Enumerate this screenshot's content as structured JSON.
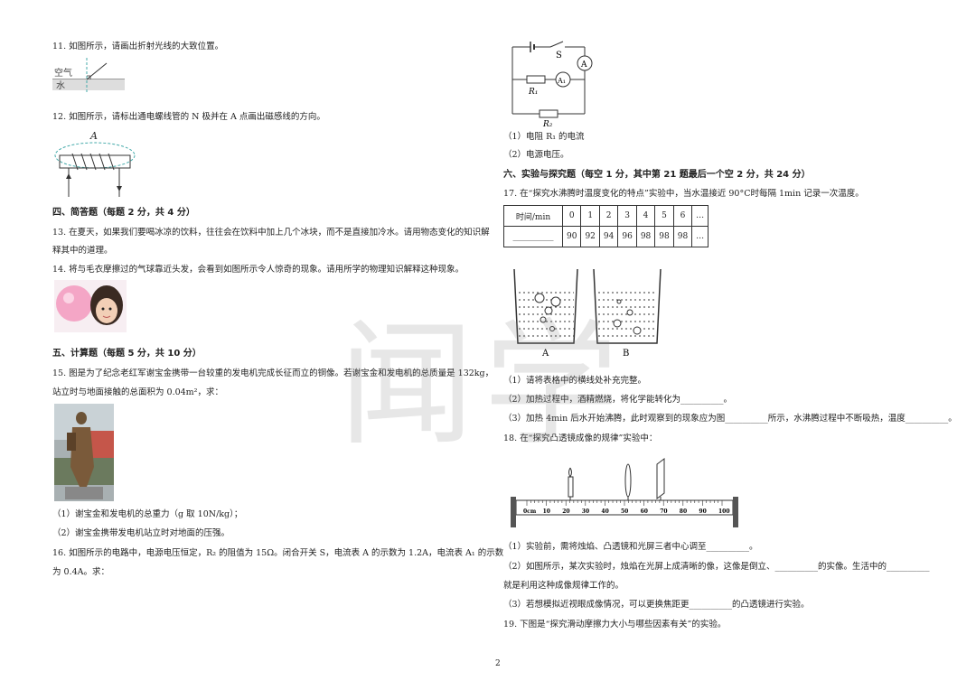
{
  "left": {
    "q11": "11. 如图所示，请画出折射光线的大致位置。",
    "q11_fig": {
      "air": "空气",
      "water": "水"
    },
    "q12": "12. 如图所示，请标出通电螺线管的 N 极并在 A 点画出磁感线的方向。",
    "q12_fig": {
      "point": "A"
    },
    "sec4": "四、简答题（每题 2 分，共 4 分）",
    "q13a": "13. 在夏天，如果我们要喝冰凉的饮料，往往会在饮料中加上几个冰块，而不是直接加冷水。请用物态变化的知识解",
    "q13b": "释其中的道理。",
    "q14": "14. 将与毛衣摩擦过的气球靠近头发，会看到如图所示令人惊奇的现象。请用所学的物理知识解释这种现象。",
    "sec5": "五、计算题（每题 5 分，共 10 分）",
    "q15a": "15. 图是为了纪念老红军谢宝金携带一台较重的发电机完成长征而立的铜像。若谢宝金和发电机的总质量是 132kg，",
    "q15b": "站立时与地面接触的总面积为 0.04m²，求：",
    "q15_1": "（1）谢宝金和发电机的总重力（g 取 10N/kg）；",
    "q15_2": "（2）谢宝金携带发电机站立时对地面的压强。",
    "q16a": "16. 如图所示的电路中，电源电压恒定，R₂ 的阻值为 15Ω。闭合开关 S，电流表 A 的示数为 1.2A，电流表 A₁ 的示数",
    "q16b": "为 0.4A。求："
  },
  "right": {
    "circuit": {
      "switch": "S",
      "ammeter": "A",
      "ammeter1": "A₁",
      "r1": "R₁",
      "r2": "R₂"
    },
    "q16_1": "（1）电阻 R₁ 的电流",
    "q16_2": "（2）电源电压。",
    "sec6": "六、实验与探究题（每空 1 分，其中第 21 题最后一个空 2 分，共 24 分）",
    "q17": "17. 在“探究水沸腾时温度变化的特点”实验中，当水温接近 90°C时每隔 1min 记录一次温度。",
    "table": {
      "row1": [
        "时间/min",
        "0",
        "1",
        "2",
        "3",
        "4",
        "5",
        "6",
        "…"
      ],
      "row2": [
        "__________",
        "90",
        "92",
        "94",
        "96",
        "98",
        "98",
        "98",
        "…"
      ]
    },
    "beakers": {
      "a": "A",
      "b": "B"
    },
    "q17_1": "（1）请将表格中的横线处补充完整。",
    "q17_2": "（2）加热过程中，酒精燃烧，将化学能转化为__________。",
    "q17_3": "（3）加热 4min 后水开始沸腾，此时观察到的现象应为图__________所示，水沸腾过程中不断吸热，温度__________。",
    "q18": "18. 在“探究凸透镜成像的规律”实验中：",
    "bench_ticks": [
      "0cm",
      "10",
      "20",
      "30",
      "40",
      "50",
      "60",
      "70",
      "80",
      "90",
      "100"
    ],
    "q18_1": "（1）实验前，需将烛焰、凸透镜和光屏三者中心调至__________。",
    "q18_2": "（2）如图所示，某次实验时，烛焰在光屏上成清晰的像，这像是倒立、__________的实像。生活中的__________",
    "q18_2b": "就是利用这种成像规律工作的。",
    "q18_3": "（3）若想模拟近视眼成像情况，可以更换焦距更__________的凸透镜进行实验。",
    "q19": "19. 下图是“探究滑动摩擦力大小与哪些因素有关”的实验。"
  },
  "watermark": "闻学",
  "page_number": "2"
}
